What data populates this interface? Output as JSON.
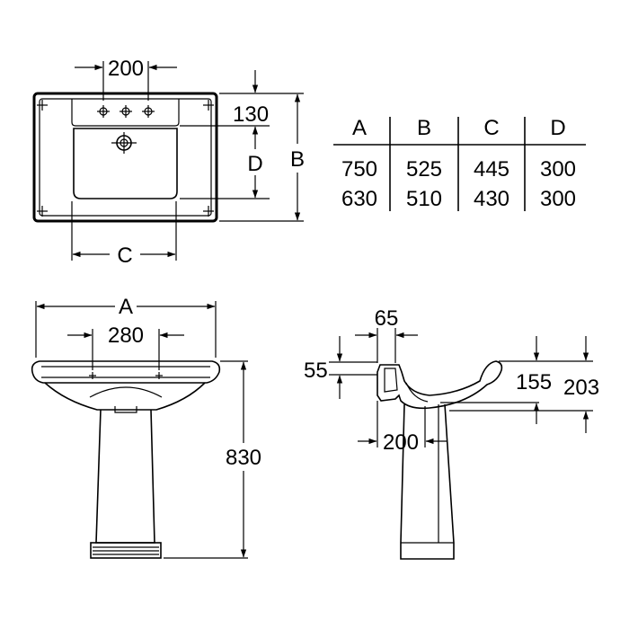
{
  "top_view": {
    "dim_tap_spacing": "200",
    "dim_deck_depth": "130",
    "label_d": "D",
    "label_b": "B",
    "label_c": "C"
  },
  "table": {
    "headers": [
      "A",
      "B",
      "C",
      "D"
    ],
    "rows": [
      [
        "750",
        "525",
        "445",
        "300"
      ],
      [
        "630",
        "510",
        "430",
        "300"
      ]
    ]
  },
  "front_view": {
    "label_a": "A",
    "dim_tap_spacing": "280",
    "dim_height": "830"
  },
  "side_view": {
    "dim_65": "65",
    "dim_55": "55",
    "dim_155": "155",
    "dim_203": "203",
    "dim_200": "200"
  }
}
